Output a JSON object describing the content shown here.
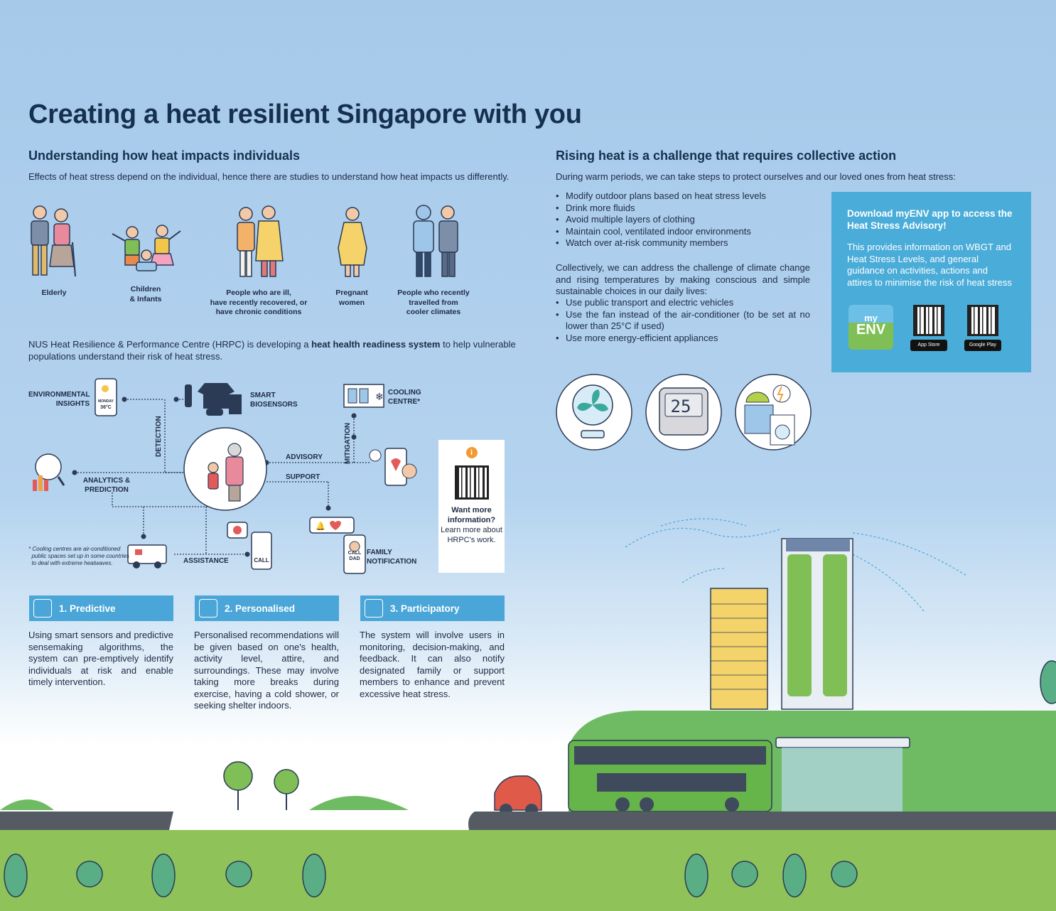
{
  "title": "Creating a heat resilient Singapore with you",
  "left": {
    "heading": "Understanding how heat impacts individuals",
    "intro": "Effects of heat stress depend on the individual, hence there are studies to understand how heat impacts us differently.",
    "groups": [
      {
        "label": "Elderly"
      },
      {
        "label": "Children\n& Infants"
      },
      {
        "label": "People who are ill,\nhave recently recovered, or\nhave chronic conditions"
      },
      {
        "label": "Pregnant\nwomen"
      },
      {
        "label": "People who recently\ntravelled from\ncooler climates"
      }
    ],
    "hrpc_pre": "NUS Heat Resilience & Performance Centre (HRPC) is developing a ",
    "hrpc_bold": "heat health readiness system",
    "hrpc_post": " to help vulnerable populations understand their risk of heat stress.",
    "diagram": {
      "environmental": "ENVIRONMENTAL\nINSIGHTS",
      "phone_day": "MONDAY",
      "phone_temp": "36°C",
      "biosensors": "SMART\nBIOSENSORS",
      "cooling": "COOLING\nCENTRE*",
      "detection": "DETECTION",
      "mitigation": "MITIGATION",
      "advisory": "ADVISORY",
      "support": "SUPPORT",
      "analytics": "ANALYTICS &\nPREDICTION",
      "assistance": "ASSISTANCE",
      "call": "CALL",
      "call_dad": "CALL\nDAD",
      "family": "FAMILY\nNOTIFICATION",
      "footnote": "* Cooling centres are air-conditioned\n  public spaces set up in some countries\n  to deal with extreme heatwaves."
    },
    "info": {
      "heading": "Want more information?",
      "body": "Learn more about HRPC's work."
    },
    "pillars": [
      {
        "title": "1. Predictive",
        "body": "Using smart sensors and predictive sensemaking algorithms, the system can pre-emptively identify individuals at risk and enable timely intervention."
      },
      {
        "title": "2. Personalised",
        "body": "Personalised recommendations will be given based on one's health, activity level, attire, and surroundings. These may involve taking more breaks during exercise, having a cold shower, or seeking shelter indoors."
      },
      {
        "title": "3. Participatory",
        "body": "The system will involve users in monitoring, decision-making, and feedback. It can also notify designated family or support members to enhance and prevent excessive heat stress."
      }
    ]
  },
  "right": {
    "heading": "Rising heat is a challenge that requires collective action",
    "intro": "During warm periods, we can take steps to protect ourselves and our loved ones from heat stress:",
    "tips": [
      "Modify outdoor plans based on heat stress levels",
      "Drink more fluids",
      "Avoid multiple layers of clothing",
      "Maintain cool, ventilated indoor environments",
      "Watch over at-risk community members"
    ],
    "collective": "Collectively, we can address the challenge of climate change and rising temperatures by making conscious and simple sustainable choices in our daily lives:",
    "choices": [
      "Use public transport and electric vehicles",
      "Use the fan instead of the air-conditioner (to be set at no lower than 25°C if used)",
      "Use more energy-efficient appliances"
    ],
    "thermostat": "25",
    "app": {
      "heading": "Download myENV app to access the Heat Stress Advisory!",
      "body": "This provides information on WBGT and Heat Stress Levels, and general guidance on activities, actions and attires to minimise the risk of heat stress",
      "logo_my": "my",
      "logo_env": "ENV",
      "appstore": "App Store",
      "googleplay": "Google Play"
    }
  },
  "colors": {
    "title": "#16304f",
    "accent_blue": "#4aa6d8",
    "green_grass": "#7fbf55",
    "bus_green": "#66b54a",
    "road": "#555b63"
  }
}
